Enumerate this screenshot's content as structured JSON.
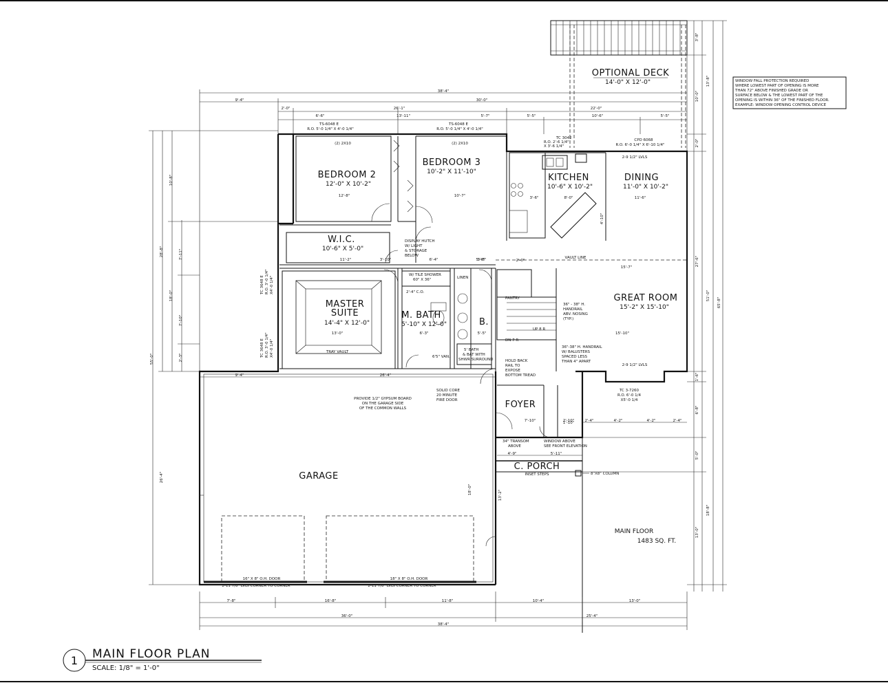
{
  "deck": {
    "title": "OPTIONAL DECK",
    "size": "14'-0\" X 12'-0\""
  },
  "note": [
    "WINDOW FALL PROTECTION REQUIRED",
    "WHERE LOWEST PART OF OPENING IS MORE",
    "THAN 72\" ABOVE FINISHED GRADE OR",
    "SURFACE BELOW & THE LOWEST PART OF THE",
    "OPENING IS WITHIN 36\" OF THE FINISHED FLOOR.",
    "EXAMPLE: WINDOW OPENING CONTROL DEVICE"
  ],
  "rooms": {
    "bedroom2": {
      "name": "BEDROOM 2",
      "size": "12'-0\" X 10'-2\""
    },
    "bedroom3": {
      "name": "BEDROOM 3",
      "size": "10'-2\" X 11'-10\""
    },
    "kitchen": {
      "name": "KITCHEN",
      "size": "10'-6\" X 10'-2\""
    },
    "dining": {
      "name": "DINING",
      "size": "11'-0\" X 10'-2\""
    },
    "wic": {
      "name": "W.I.C.",
      "size": "10'-6\" X 5'-0\""
    },
    "master": {
      "name1": "MASTER",
      "name2": "SUITE",
      "size": "14'-4\" X 12'-0\""
    },
    "mbath": {
      "name": "M. BATH",
      "size": "5'-10\" X 12'-0\""
    },
    "b": {
      "name": "B."
    },
    "great": {
      "name": "GREAT ROOM",
      "size": "15'-2\" X 15'-10\""
    },
    "foyer": {
      "name": "FOYER"
    },
    "cporch": {
      "name": "C. PORCH"
    },
    "garage": {
      "name": "GARAGE"
    }
  },
  "labels": {
    "win_b2": "TS-6048 E",
    "win_b2_ro": "R.O. 5'-0 1/4\" X 4'-0 1/4\"",
    "win_b3": "TS-6048 E",
    "win_b3_ro": "R.O. 5'-0 1/4\" X 4'-0 1/4\"",
    "hdr_b2": "(2) 2X10",
    "hdr_b3": "(2) 2X10",
    "tc_kitchen": "TC 3042",
    "tc_kitchen_ro": "R.O. 2'-6 1/4\"",
    "tc_kitchen_ro2": "X 3'-6 1/4\"",
    "cpd": "CPD 6068",
    "cpd_ro": "R.O. 6'-0 1/4\" X 6'-10 1/4\"",
    "lvls_top": "2-9 1/2\" LVLS",
    "lvls_bottom": "2-9 1/2\" LVLS",
    "display": "DISPLAY HUTCH",
    "display2": "W/ LIGHT",
    "display3": "& STORAGE",
    "display4": "BELOW",
    "vault": "VAULT LINE",
    "tile": "W/ TILE SHOWER",
    "tile2": "60\" X 36\"",
    "linen": "LINEN",
    "co": "2'-4\" C.O.",
    "van": "6'5\" VAN.",
    "pantry": "PANTRY",
    "handrail": "36\" - 38\" H.",
    "handrail2": "HANDRAIL",
    "handrail3": "ABV. NOSING",
    "handrail4": "(TYP.)",
    "baluster": "36\"-38\" H. HANDRAIL",
    "baluster2": "W/ BALUSTERS",
    "baluster3": "SPACED LESS",
    "baluster4": "THAN 4\" APART",
    "dn": "DN 7 R",
    "up": "UP 8 R",
    "holdback": "HOLD BACK",
    "holdback2": "RAIL TO",
    "holdback3": "EXPOSE",
    "holdback4": "BOTTOM TREAD",
    "bath5": "5' BATH",
    "bath5b": "& BAT WITH",
    "bath5c": "SHWR SURROUND",
    "tray": "TRAY VAULT",
    "tc_master": "TC 3648 E",
    "tc_master_ro": "R.O. 3'-0 1/4\"",
    "tc_master_ro2": "X4'-0 1/4\"",
    "tc_master2": "TC 3648 E",
    "tc_master2_ro": "R.O. 3'-0 1/4\"",
    "tc_master2_ro2": "X4'-0 1/4\"",
    "gypsum": "PROVIDE 1/2\" GYPSUM BOARD",
    "gypsum2": "ON THE GARAGE SIDE",
    "gypsum3": "OF THE COMMON WALLS",
    "solid": "SOLID CORE",
    "solid2": "20 MINUTE",
    "solid3": "FIRE DOOR",
    "transom": "34\" TRANSOM",
    "transom2": "ABOVE",
    "window_above": "WINDOW ABOVE",
    "window_above2": "SEE FRONT ELEVATION",
    "tc_great": "TC 3-7260",
    "tc_great_ro": "R.O. 6'-0 1/4",
    "tc_great_ro2": "X5'-0 1/4",
    "inset": "INSET STEPS",
    "column": "8\"X8\" COLUMN",
    "oh1": "16\" X 8\" O.H. DOOR",
    "oh2": "18\" X 8\" O.H. DOOR",
    "lvl1": "2-11 7/8\" LVLs CORNER TO CORNER",
    "lvl2": "2-11 7/8\" LVLs CORNER TO CORNER",
    "main_floor": "MAIN FLOOR",
    "sqft": "1483 SQ. FT."
  },
  "dims": {
    "top_total": "38'-4\"",
    "top_a": "9'-4\"",
    "top_b": "30'-0\"",
    "top_c1": "2'-0\"",
    "top_c2": "26'-1\"",
    "top_c3": "22'-0\"",
    "top_d1": "6'-6\"",
    "top_d2": "13'-11\"",
    "top_d3": "5'-7\"",
    "top_d4": "5'-5\"",
    "top_d5": "10'-6\"",
    "top_d6": "5'-5\"",
    "bot_1": "7'-8\"",
    "bot_2": "16'-8\"",
    "bot_3": "11'-8\"",
    "bot_4": "10'-4\"",
    "bot_5": "13'-0\"",
    "bot_6": "36'-0\"",
    "bot_7": "25'-4\"",
    "bot_total": "38'-4\"",
    "gar_a": "9'-4\"",
    "gar_b": "26'-4\"",
    "left_a": "10'-8\"",
    "left_b": "28'-8\"",
    "left_c": "18'-0\"",
    "left_d": "26'-4\"",
    "left_e": "55'-0\"",
    "left_f": "7'-11\"",
    "left_g": "7'-10\"",
    "left_h": "2'-3\"",
    "right_a": "3'-8\"",
    "right_b": "13'-8\"",
    "right_c": "10'-0\"",
    "right_d": "2'-0\"",
    "right_e": "27'-6\"",
    "right_f": "51'-0\"",
    "right_g": "65'-8\"",
    "right_h": "1'-6\"",
    "right_i": "6'-8\"",
    "right_j": "5'-0\"",
    "right_k": "18'-8\"",
    "right_l": "13'-0\"",
    "porch_a": "4'-9\"",
    "porch_b": "5'-11\"",
    "g_1": "2'-4\"",
    "g_2": "4'-2\"",
    "g_3": "4'-2\"",
    "g_4": "2'-4\"",
    "g_5": "2'-10\"",
    "g_6": "7'-10\"",
    "in_1": "12'-8\"",
    "in_2": "10'-7\"",
    "in_3": "11'-2\"",
    "in_4": "3'-10\"",
    "in_5": "6'-4\"",
    "in_6": "3'-6\"",
    "in_7": "13'-0\"",
    "in_8": "6'-3\"",
    "in_9": "5'-5\"",
    "in_10": "15'-10\"",
    "in_11": "15'-7\"",
    "in_12": "11'-6\"",
    "in_13": "8'-0\"",
    "in_14": "3'-6\"",
    "in_15": "5'-6\"",
    "in_16": "4'-10\"",
    "in_17": "1'-10\"",
    "in_18": "2'-0\"",
    "in_19": "18'-0\"",
    "in_20": "13'-2\""
  },
  "title_block": {
    "number": "1",
    "title": "MAIN FLOOR PLAN",
    "scale": "SCALE:  1/8\" = 1'-0\""
  }
}
